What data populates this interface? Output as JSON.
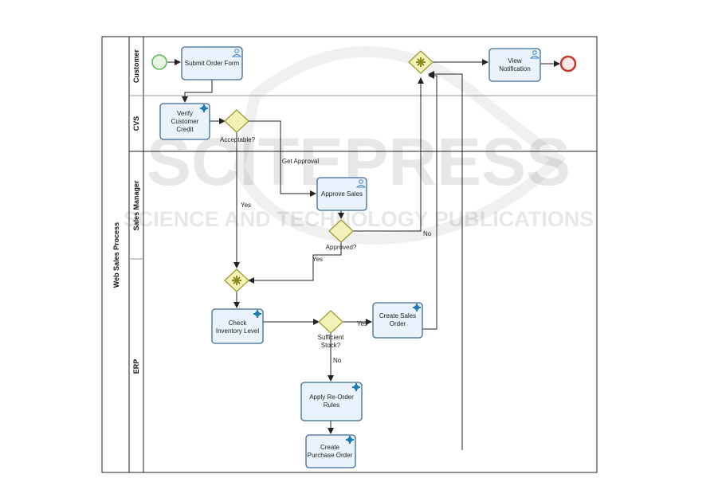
{
  "pool": {
    "label": "Web Sales Process"
  },
  "lanes": [
    {
      "id": "customer",
      "label": "Customer"
    },
    {
      "id": "cvs",
      "label": "CVS"
    },
    {
      "id": "sales_manager",
      "label": "Sales Manager"
    },
    {
      "id": "erp",
      "label": "ERP"
    }
  ],
  "tasks": {
    "submit_order_form": {
      "lines": [
        "Submit Order Form"
      ],
      "type": "user"
    },
    "view_notification": {
      "lines": [
        "View",
        "Notification"
      ],
      "type": "user"
    },
    "verify_customer_credit": {
      "lines": [
        "Verify",
        "Customer",
        "Credit"
      ],
      "type": "service"
    },
    "approve_sales": {
      "lines": [
        "Approve Sales"
      ],
      "type": "user"
    },
    "check_inventory_level": {
      "lines": [
        "Check",
        "Inventory Level"
      ],
      "type": "service"
    },
    "create_sales_order": {
      "lines": [
        "Create Sales",
        "Order"
      ],
      "type": "service"
    },
    "apply_reorder_rules": {
      "lines": [
        "Apply Re-Order",
        "Rules"
      ],
      "type": "service"
    },
    "create_purchase_order": {
      "lines": [
        "Create",
        "Purchase Order"
      ],
      "type": "service"
    }
  },
  "gateways": {
    "acceptable": {
      "label": "Acceptable?"
    },
    "approved": {
      "label": "Approved?"
    },
    "sufficient_stock": {
      "lines": [
        "Sufficient",
        "Stock?"
      ]
    }
  },
  "flow_labels": {
    "get_approval": "Get Approval",
    "yes_acceptable": "Yes",
    "no_approved": "No",
    "yes_approved": "Yes",
    "yes_stock": "Yes",
    "no_stock": "No"
  },
  "watermark": {
    "title": "SCITEPRESS",
    "subtitle": "SCIENCE AND TECHNOLOGY PUBLICATIONS"
  },
  "colors": {
    "task_fill": "#eaf2fb",
    "task_stroke": "#3e6a96",
    "gateway_fill": "#f4f1b8",
    "gateway_stroke": "#9a9a2e",
    "start_event": "#5cb85c",
    "end_event": "#c0392b",
    "service_icon": "#1f7ab8",
    "user_icon": "#3f86c8"
  }
}
